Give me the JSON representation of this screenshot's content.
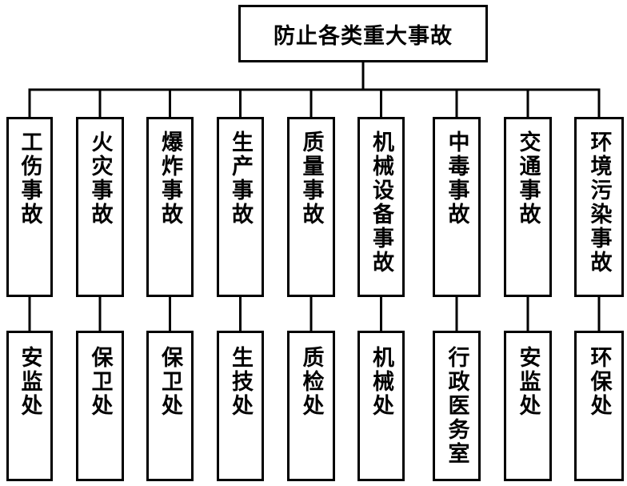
{
  "title": "防止各类重大事故",
  "categories": [
    {
      "label": "工伤事故",
      "department": "安监处"
    },
    {
      "label": "火灾事故",
      "department": "保卫处"
    },
    {
      "label": "爆炸事故",
      "department": "保卫处"
    },
    {
      "label": "生产事故",
      "department": "生技处"
    },
    {
      "label": "质量事故",
      "department": "质检处"
    },
    {
      "label": "机械设备事故",
      "department": "机械处"
    },
    {
      "label": "中毒事故",
      "department": "行政医务室"
    },
    {
      "label": "交通事故",
      "department": "安监处"
    },
    {
      "label": "环境污染事故",
      "department": "环保处"
    }
  ]
}
